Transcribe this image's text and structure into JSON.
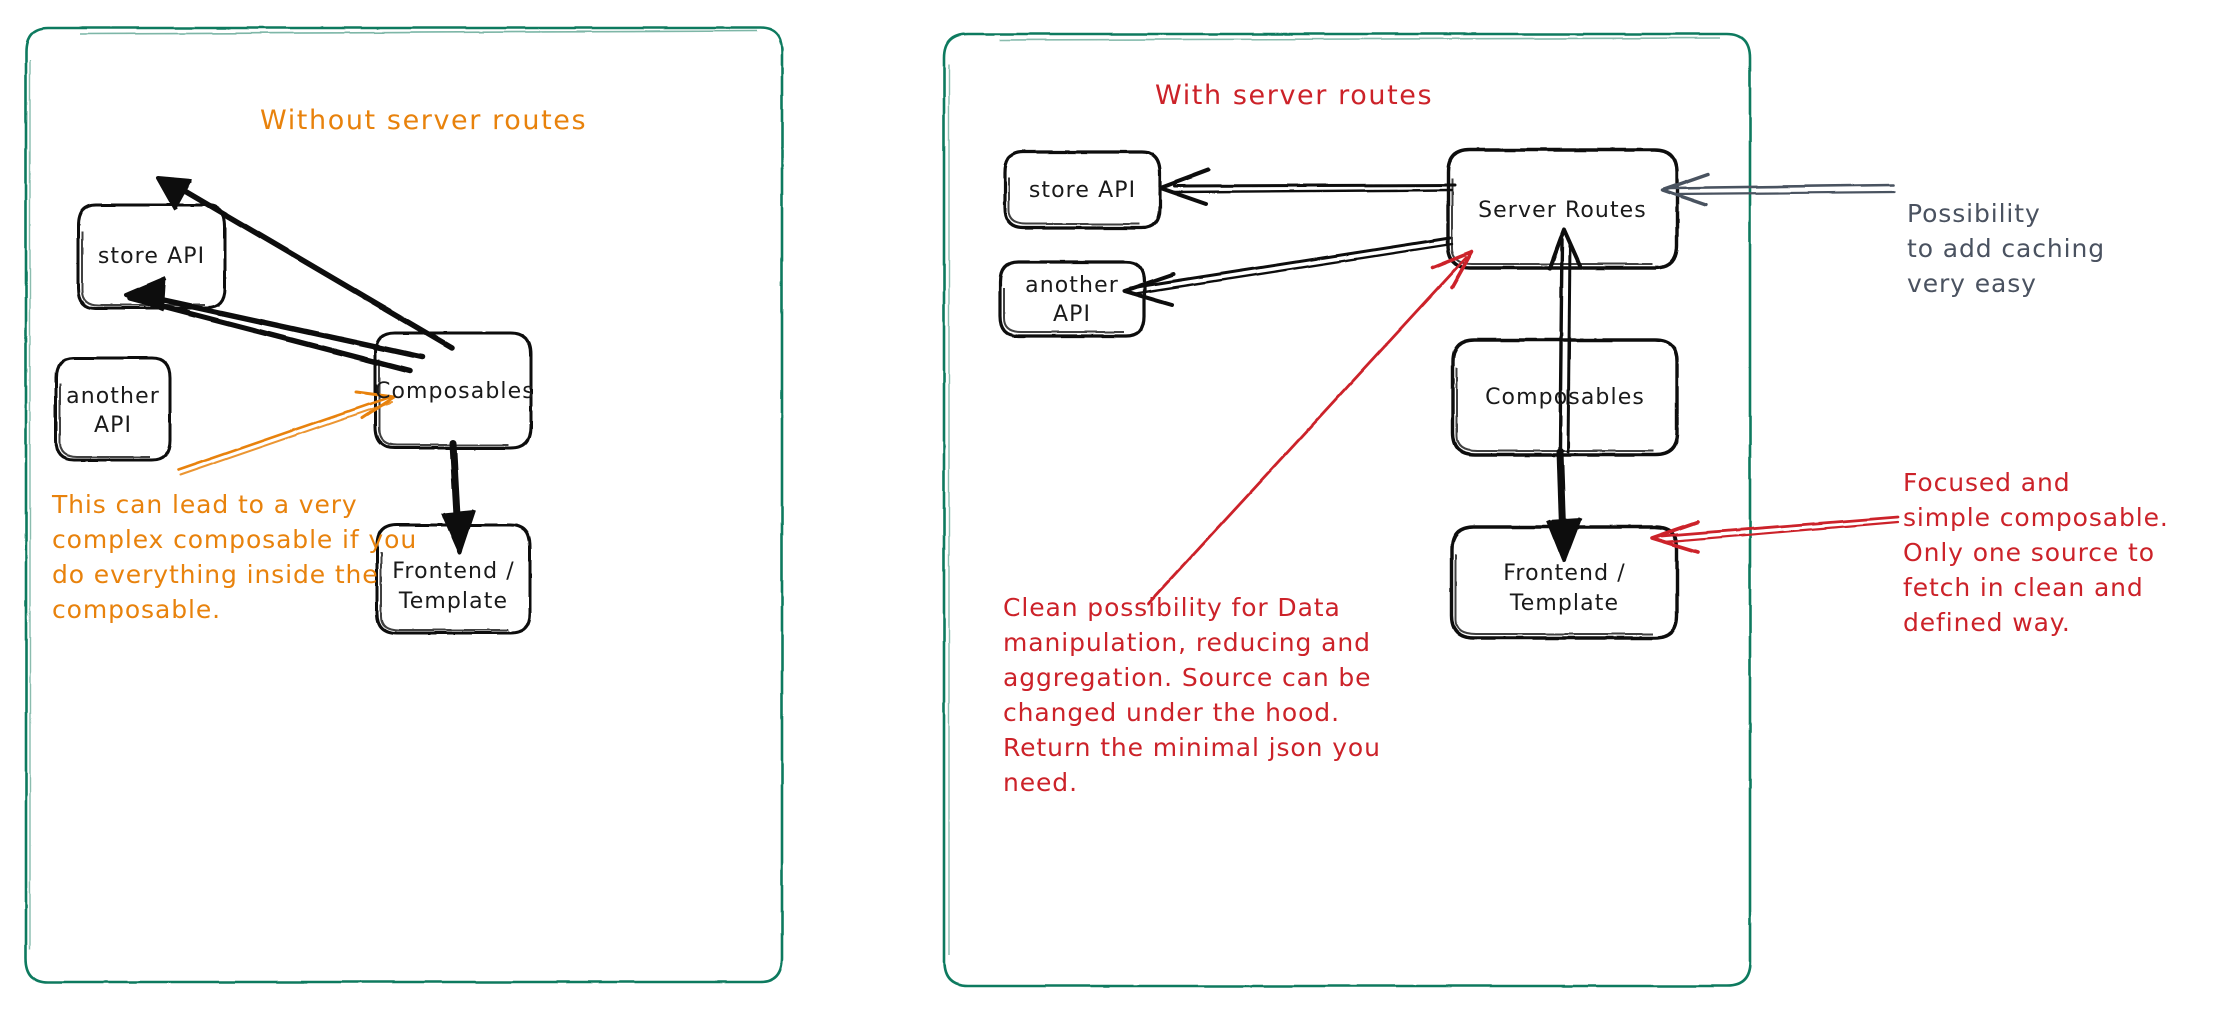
{
  "diagram": {
    "background": "#ffffff",
    "panel_border_color": "#0f7a5e",
    "sketch_stroke": "#111111",
    "orange": "#e8820c",
    "red": "#cc2229",
    "gray": "#4a5260"
  },
  "panels": [
    {
      "id": "without-server-routes",
      "title": "Without server routes",
      "title_color": "#e8820c",
      "nodes": [
        {
          "id": "store-api",
          "label": "store API"
        },
        {
          "id": "another-api",
          "label": "another\nAPI"
        },
        {
          "id": "composables",
          "label": "Composables"
        },
        {
          "id": "frontend",
          "label": "Frontend /\nTemplate"
        }
      ],
      "annotations": [
        {
          "id": "complex-composable-note",
          "color": "#e8820c",
          "text": "This can lead to a very\ncomplex composable if you\ndo everything inside the\ncomposable."
        }
      ]
    },
    {
      "id": "with-server-routes",
      "title": "With server routes",
      "title_color": "#cc2229",
      "nodes": [
        {
          "id": "store-api",
          "label": "store API"
        },
        {
          "id": "another-api",
          "label": "another\nAPI"
        },
        {
          "id": "server-routes",
          "label": "Server Routes"
        },
        {
          "id": "composables",
          "label": "Composables"
        },
        {
          "id": "frontend",
          "label": "Frontend /\nTemplate"
        }
      ],
      "annotations": [
        {
          "id": "caching-note",
          "color": "#4a5260",
          "text": "Possibility\nto add caching\nvery easy"
        },
        {
          "id": "focused-composable-note",
          "color": "#cc2229",
          "text": "Focused and\nsimple composable.\nOnly one source to\nfetch in clean and\ndefined way."
        },
        {
          "id": "data-manipulation-note",
          "color": "#cc2229",
          "text": "Clean possibility for Data\nmanipulation, reducing and\naggregation. Source can be\nchanged under the hood.\nReturn the minimal json you\nneed."
        }
      ]
    }
  ]
}
